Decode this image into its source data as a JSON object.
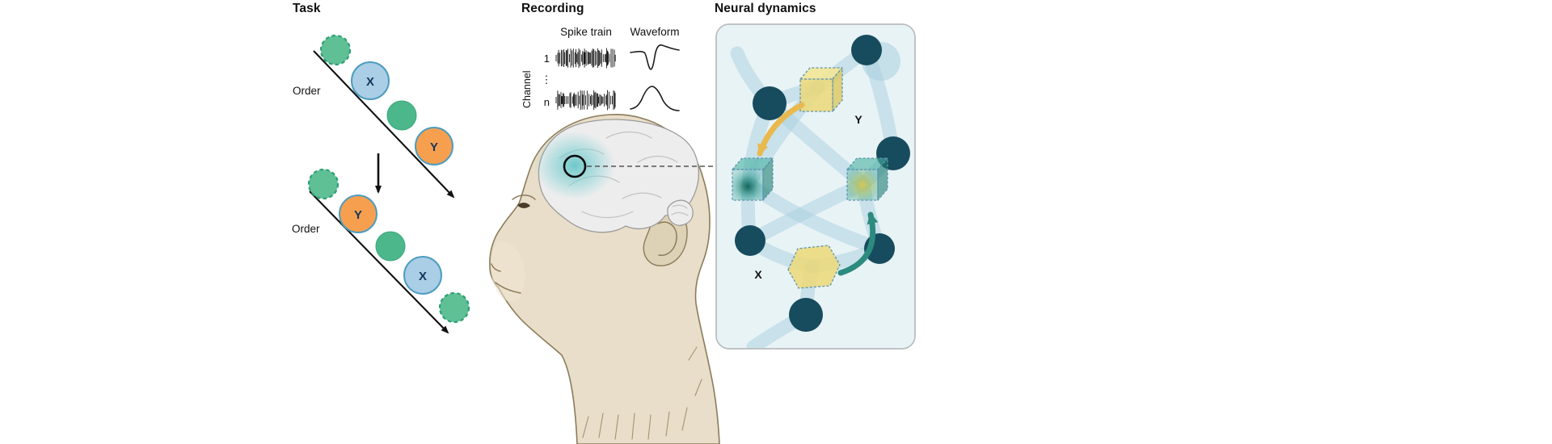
{
  "panels": {
    "task": {
      "title": "Task",
      "order_label_1": "Order",
      "order_label_2": "Order",
      "sequence1": [
        "X",
        "Y"
      ],
      "sequence2": [
        "Y",
        "X"
      ]
    },
    "recording": {
      "title": "Recording",
      "spike_train_label": "Spike train",
      "waveform_label": "Waveform",
      "channel_label": "Channel",
      "channel_first": "1",
      "channel_dots": "⋮",
      "channel_last": "n"
    },
    "neural": {
      "title": "Neural dynamics",
      "label_x": "X",
      "label_y": "Y"
    }
  },
  "colors": {
    "green_circle": "#4cb78a",
    "green_dotted_fill": "#5fc096",
    "green_dotted_stroke": "#2f9e74",
    "blue_circle": "#a9cee6",
    "orange_circle": "#f6a04f",
    "circle_outline": "#4e9cc0",
    "node_dark": "#174b5e",
    "edge_light": "#a8d0dd",
    "panel_bg": "#e8f3f6",
    "cube_yellow": "#ecd877",
    "cube_green": "#2a9d8f",
    "arrow_yellow": "#e9b94e",
    "arrow_teal": "#2c8b7f",
    "monkey_skin": "#e8dec9",
    "monkey_outline": "#8b7b5a",
    "brain_fill": "#ededee",
    "brain_glow": "#57c2c5",
    "spike_ink": "#151515"
  }
}
